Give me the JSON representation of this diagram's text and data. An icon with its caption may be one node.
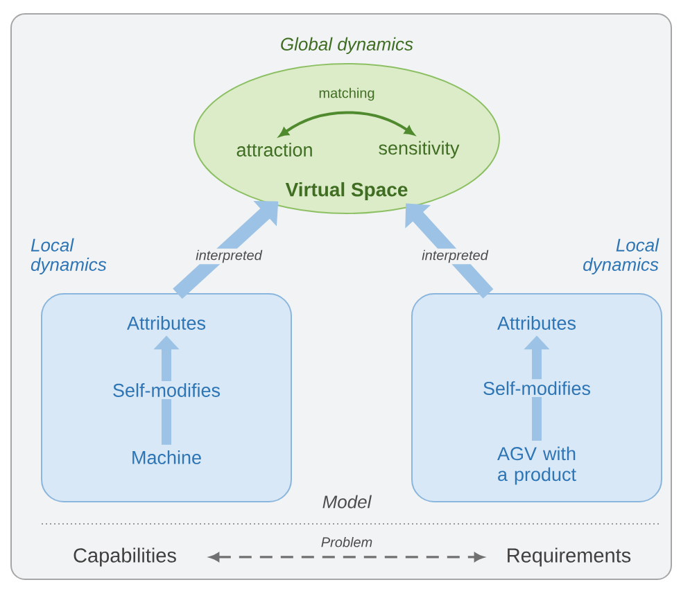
{
  "diagram": {
    "nodes": [
      {
        "text": [
          "Virtual Space"
        ],
        "beside": [
          "Global dynamics"
        ]
      },
      {
        "text": [
          "attraction"
        ],
        "in": 0
      },
      {
        "text": [
          "sensitivity"
        ],
        "in": 0
      },
      {
        "text": [],
        "shape": "box",
        "beside": [
          "Local dynamics"
        ]
      },
      {
        "text": [
          "Attributes"
        ],
        "in": 3
      },
      {
        "text": [
          "Machine"
        ],
        "in": 3
      },
      {
        "text": [],
        "shape": "box",
        "beside": [
          "Local dynamics"
        ]
      },
      {
        "text": [
          "Attributes"
        ],
        "in": 6
      },
      {
        "text": [
          "AGV with a product"
        ],
        "in": 6
      },
      {
        "text": [
          "Capabilities"
        ]
      },
      {
        "text": [
          "Requirements"
        ]
      }
    ],
    "edges": [
      {
        "from": 1,
        "to": 2,
        "arrow": "both",
        "label": "matching",
        "color": "#4f8a2e"
      },
      {
        "from": 3,
        "to": 0,
        "arrow": "to",
        "label": "interpreted"
      },
      {
        "from": 6,
        "to": 0,
        "arrow": "to",
        "label": "interpreted"
      },
      {
        "from": 5,
        "to": 4,
        "arrow": "to",
        "label": "Self-modifies"
      },
      {
        "from": 8,
        "to": 7,
        "arrow": "to",
        "label": "Self-modifies"
      },
      {
        "from": 9,
        "to": 10,
        "arrow": "both",
        "label": "Problem",
        "style": "dashed",
        "color": "#707070"
      }
    ],
    "labels": [
      "Model"
    ]
  }
}
